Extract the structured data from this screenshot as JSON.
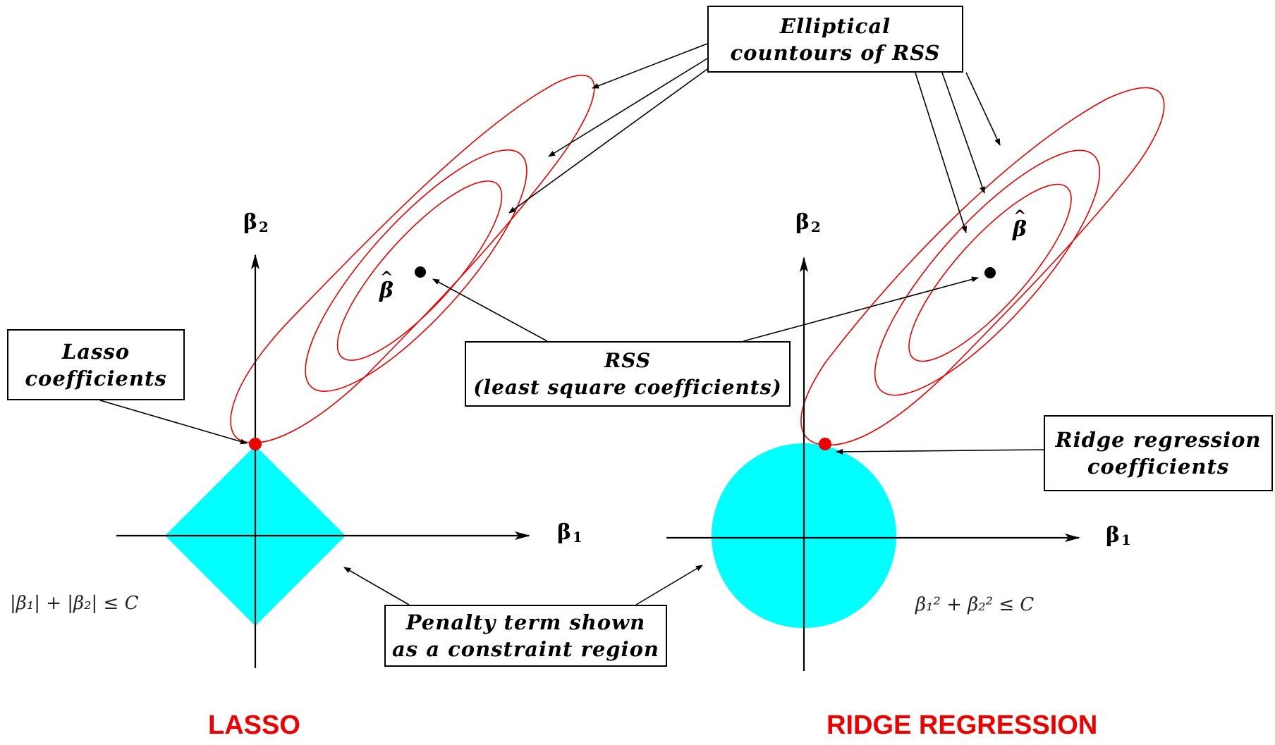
{
  "colors": {
    "constraint_fill": "#00ffff",
    "contour_stroke": "#ee0000",
    "solution_point": "#ee0000",
    "rss_point": "#000000",
    "title_color": "#ee0000"
  },
  "callouts": {
    "elliptical_contours": {
      "line1": "Elliptical",
      "line2": "countours of RSS"
    },
    "lasso_coefficients": {
      "line1": "Lasso",
      "line2": "coefficients"
    },
    "rss": {
      "line1": "RSS",
      "line2": "(least square coefficients)"
    },
    "ridge_coefficients": {
      "line1": "Ridge regression",
      "line2": "coefficients"
    },
    "penalty": {
      "line1": "Penalty term shown",
      "line2": "as a constraint region"
    }
  },
  "lasso": {
    "title": "LASSO",
    "constraint_formula": "|β₁| + |β₂| ≤ C",
    "beta1_base": "β",
    "beta1_sub": "1",
    "beta2_base": "β",
    "beta2_sub": "2",
    "beta_hat": "β"
  },
  "ridge": {
    "title": "RIDGE REGRESSION",
    "constraint_formula": "β₁² + β₂² ≤ C",
    "beta1_base": "β",
    "beta1_sub": "1",
    "beta2_base": "β",
    "beta2_sub": "2",
    "beta_hat": "β"
  }
}
